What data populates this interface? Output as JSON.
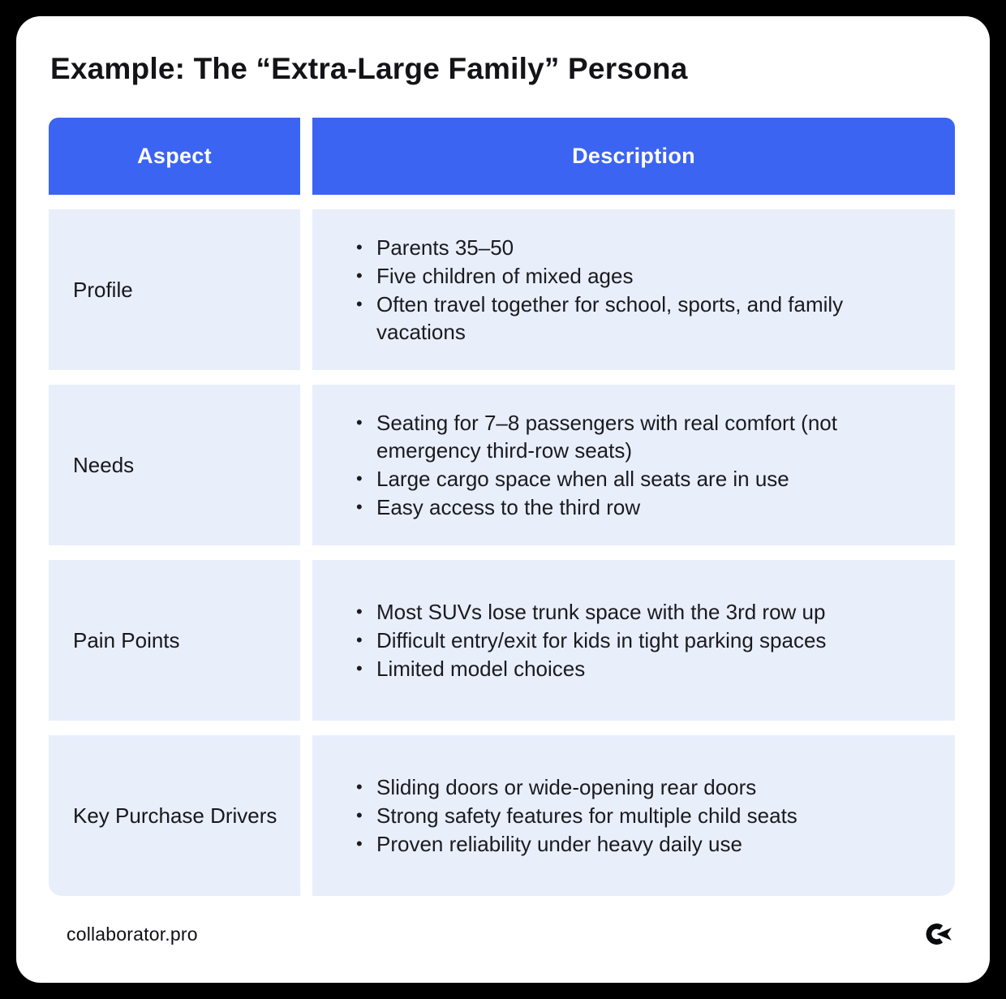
{
  "page": {
    "title": "Example: The “Extra-Large Family” Persona"
  },
  "table": {
    "headers": [
      "Aspect",
      "Description"
    ],
    "rows": [
      {
        "aspect": "Profile",
        "items": [
          "Parents 35–50",
          "Five children of mixed ages",
          "Often travel together for school, sports, and family vacations"
        ]
      },
      {
        "aspect": "Needs",
        "items": [
          "Seating for 7–8 passengers with real comfort (not emergency third-row seats)",
          "Large cargo space when all seats are in use",
          "Easy access to the third row"
        ]
      },
      {
        "aspect": "Pain Points",
        "items": [
          "Most SUVs lose trunk space with the 3rd row up",
          "Difficult entry/exit for kids in tight parking spaces",
          "Limited model choices"
        ]
      },
      {
        "aspect": "Key Purchase Drivers",
        "items": [
          "Sliding doors or wide-opening rear doors",
          "Strong safety features for multiple child seats",
          "Proven reliability under heavy daily use"
        ]
      }
    ]
  },
  "footer": {
    "site": "collaborator.pro",
    "logo_icon": "collaborator-logo"
  },
  "colors": {
    "header_bg": "#3B64F2",
    "cell_bg": "#E9EEFB",
    "header_text": "#FFFFFF",
    "card_bg": "#FFFFFF",
    "border_grain": "#000000"
  }
}
